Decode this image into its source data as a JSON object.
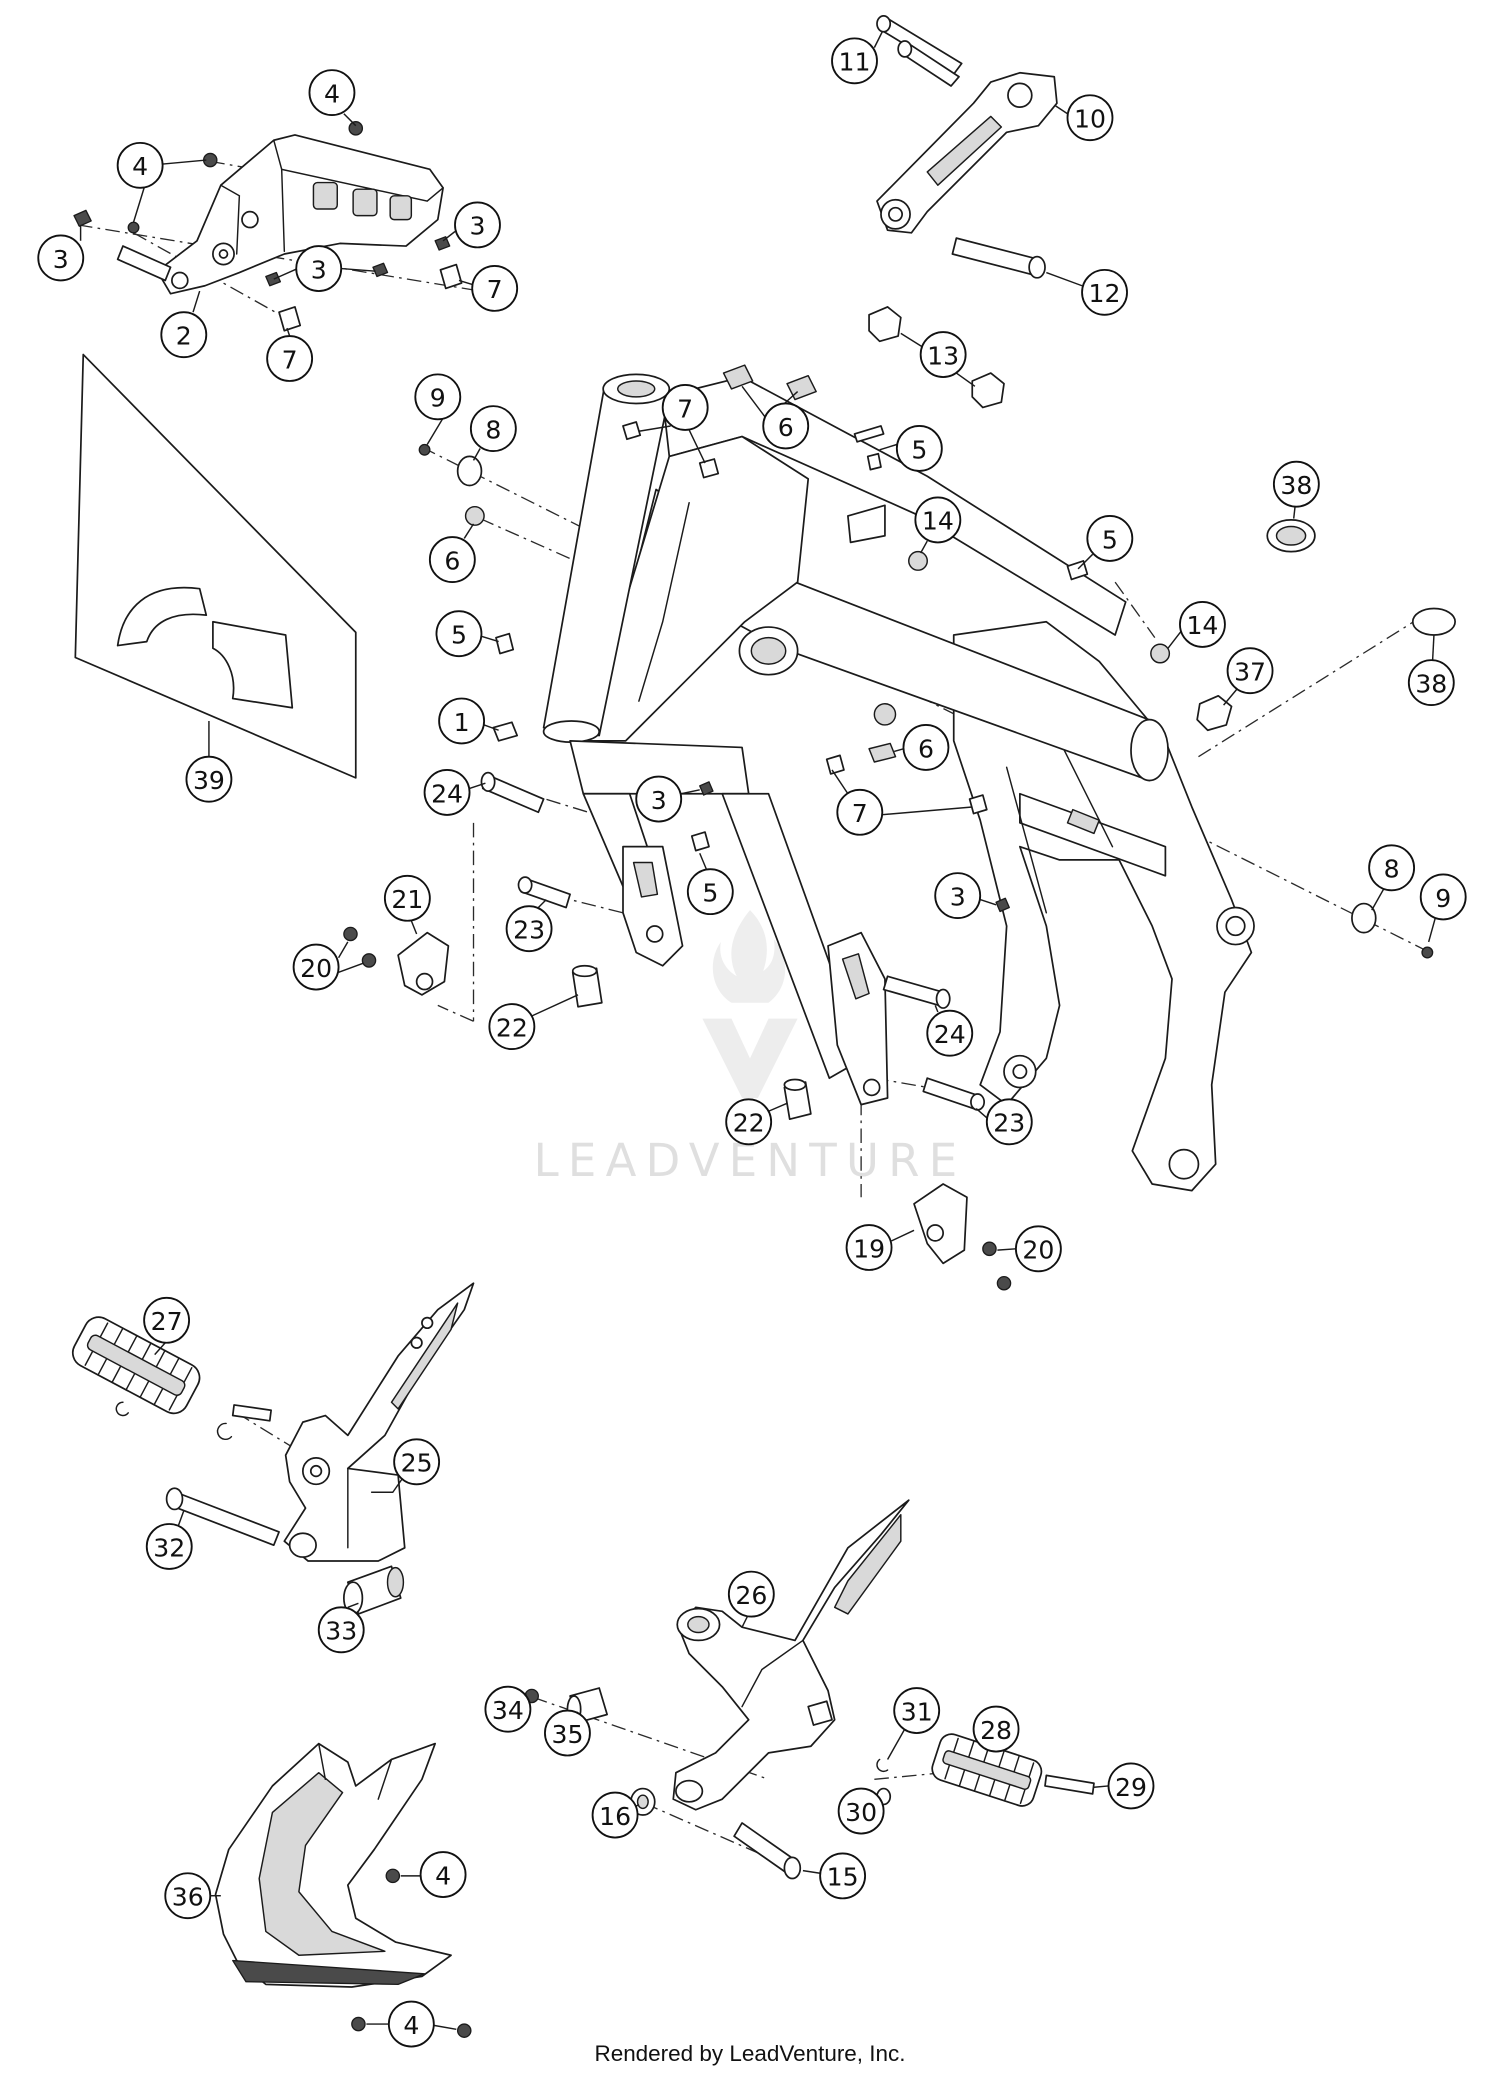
{
  "diagram": {
    "callouts": [
      "4",
      "4",
      "3",
      "3",
      "3",
      "7",
      "2",
      "7",
      "11",
      "10",
      "12",
      "13",
      "9",
      "8",
      "7",
      "6",
      "5",
      "38",
      "14",
      "6",
      "5",
      "5",
      "14",
      "37",
      "38",
      "1",
      "6",
      "24",
      "3",
      "7",
      "39",
      "21",
      "5",
      "3",
      "8",
      "9",
      "23",
      "20",
      "22",
      "24",
      "22",
      "23",
      "19",
      "20",
      "27",
      "25",
      "32",
      "33",
      "26",
      "34",
      "31",
      "28",
      "35",
      "29",
      "16",
      "30",
      "15",
      "36",
      "4",
      "4"
    ],
    "watermark": "LEADVENTURE",
    "footer": "Rendered by LeadVenture, Inc."
  }
}
